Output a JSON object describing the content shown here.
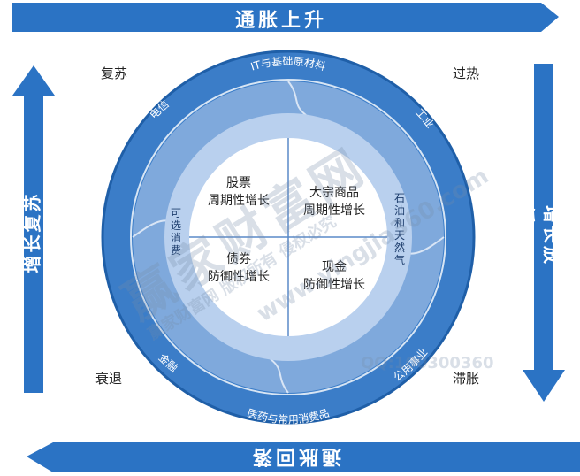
{
  "arrows": {
    "top": "通胀上升",
    "right": "增长放缓",
    "bottom": "通胀回落",
    "left": "增长复苏"
  },
  "phases": {
    "top_left": "复苏",
    "top_right": "过热",
    "bottom_left": "衰退",
    "bottom_right": "滞胀"
  },
  "outer_ring": {
    "top": "IT与基础原材料",
    "upper_left": "电信",
    "upper_right": "工业",
    "lower_left": "金融",
    "lower_right": "公用事业",
    "bottom": "医药与常用消费品"
  },
  "middle_ring": {
    "left": "可选消费",
    "right": "石油和天然气"
  },
  "quadrants": {
    "top_left": {
      "line1": "股票",
      "line2": "周期性增长"
    },
    "top_right": {
      "line1": "大宗商品",
      "line2": "周期性增长"
    },
    "bottom_left": {
      "line1": "债券",
      "line2": "防御性增长"
    },
    "bottom_right": {
      "line1": "现金",
      "line2": "防御性增长"
    }
  },
  "watermarks": {
    "w1": "赢家财富网",
    "w2": "赢家财富网 版权所有 侵权必究",
    "w3": "www.yingjia360.com",
    "w4": "QQ:100300360"
  },
  "colors": {
    "arrow": "#2b73c4",
    "outer_ring": "#3b7dc8",
    "middle_ring": "#7fa9dc",
    "inner_ring": "#b9d0ee",
    "core": "#ffffff"
  }
}
